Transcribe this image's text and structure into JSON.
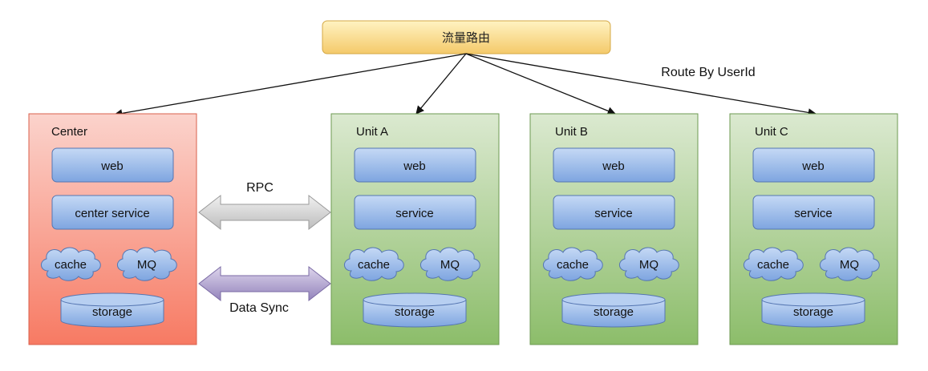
{
  "router": {
    "label": "流量路由"
  },
  "route_label": "Route By UserId",
  "center": {
    "title": "Center",
    "web": "web",
    "service": "center service",
    "cache": "cache",
    "mq": "MQ",
    "storage": "storage"
  },
  "units": [
    {
      "title": "Unit A",
      "web": "web",
      "service": "service",
      "cache": "cache",
      "mq": "MQ",
      "storage": "storage"
    },
    {
      "title": "Unit B",
      "web": "web",
      "service": "service",
      "cache": "cache",
      "mq": "MQ",
      "storage": "storage"
    },
    {
      "title": "Unit C",
      "web": "web",
      "service": "service",
      "cache": "cache",
      "mq": "MQ",
      "storage": "storage"
    }
  ],
  "links": {
    "rpc": "RPC",
    "data_sync": "Data Sync"
  },
  "colors": {
    "center_fill_top": "#fbd3cc",
    "center_fill_bottom": "#f77a63",
    "unit_fill_top": "#dbe9d0",
    "unit_fill_bottom": "#8cbd6a",
    "component_fill_top": "#c5d9f5",
    "component_fill_bottom": "#7ea5e0",
    "router_fill_top": "#fff3c2",
    "router_fill_bottom": "#f4ca6a",
    "rpc_arrow": "#d4d4d4",
    "sync_arrow": "#a99bc9"
  }
}
